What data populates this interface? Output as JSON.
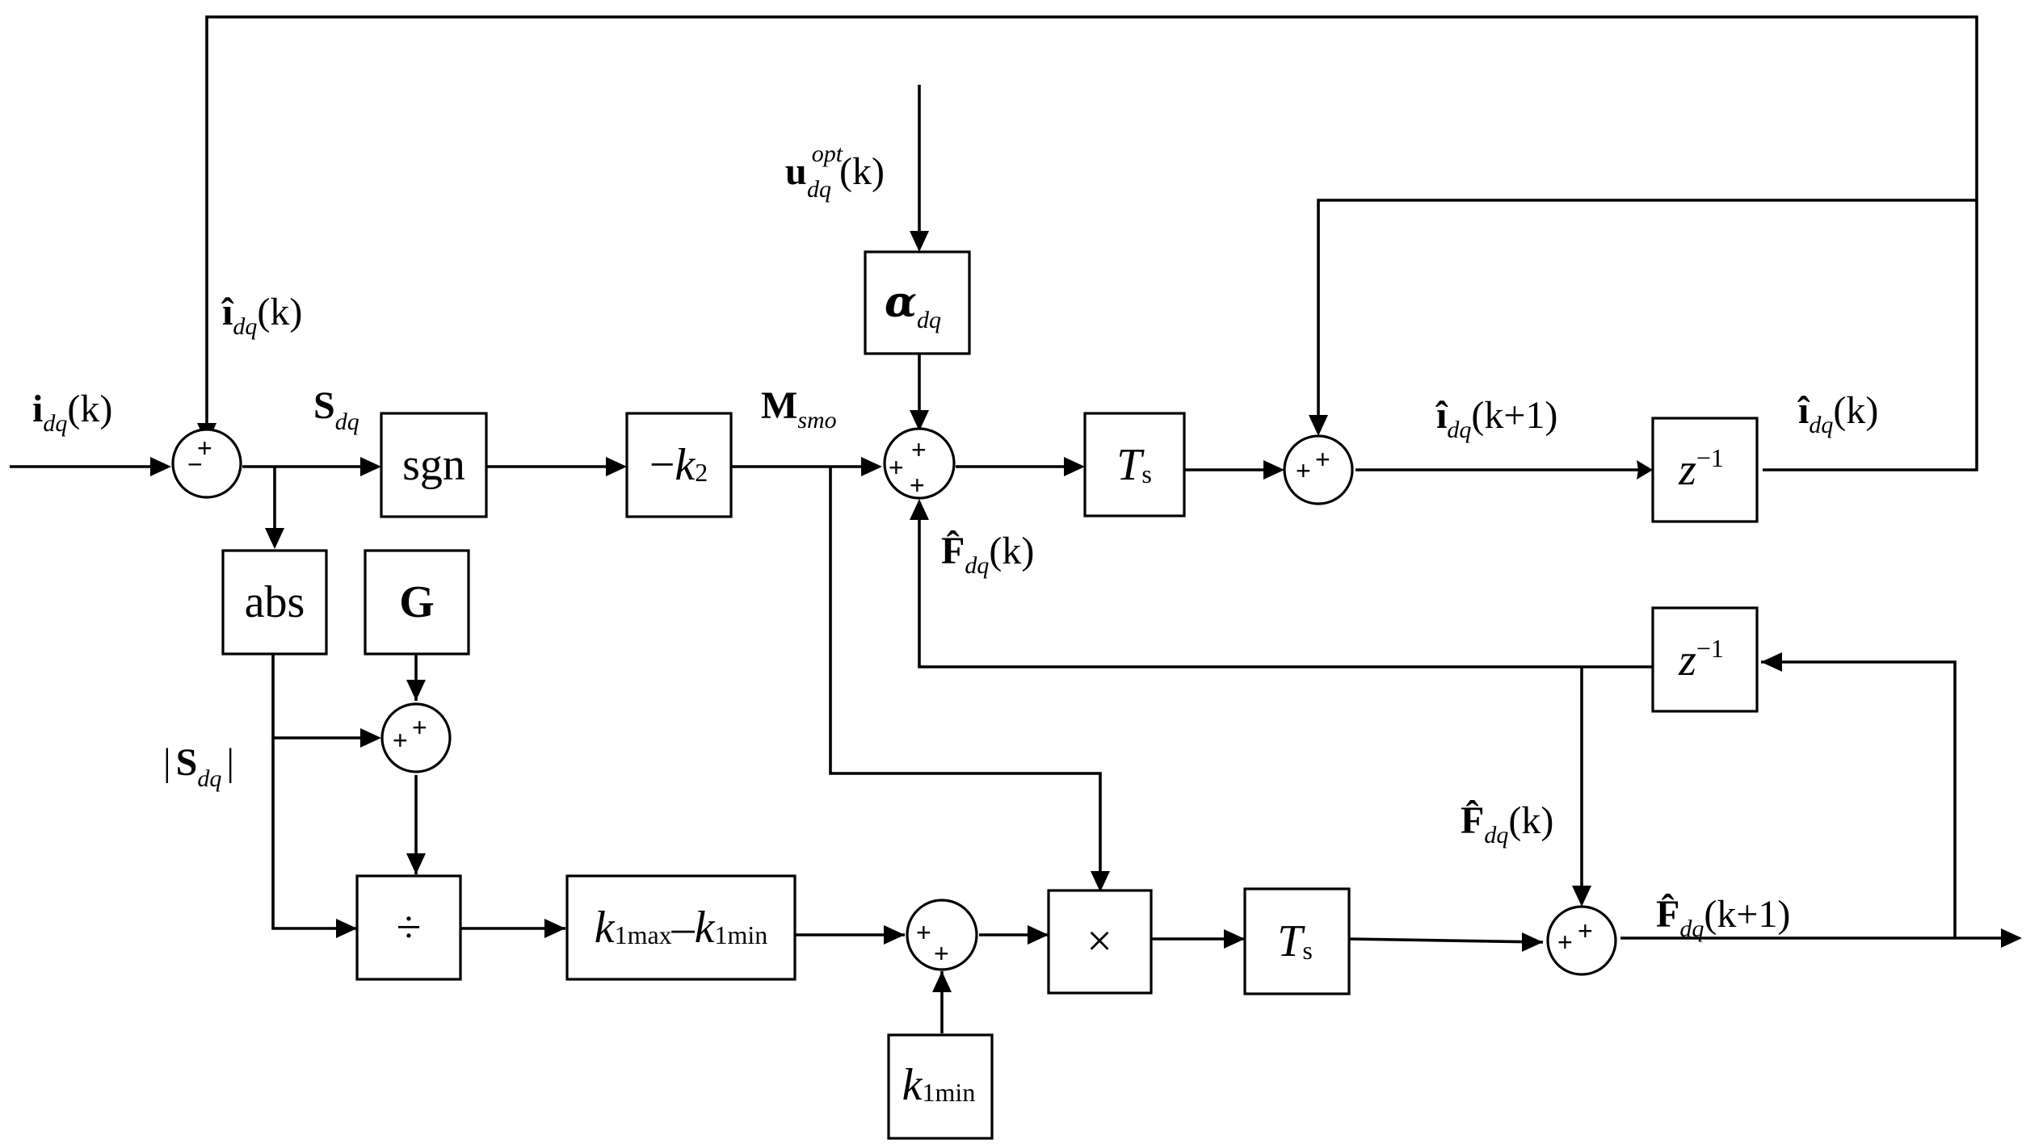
{
  "blocks": {
    "sgn": "sgn",
    "neg_k2": {
      "sign": "−",
      "k": "k",
      "sub": "2"
    },
    "alpha": {
      "sym": "α",
      "sub": "dq"
    },
    "ts1": {
      "t": "T",
      "sub": "s"
    },
    "z_inv_top": {
      "z": "z",
      "sup": "−1"
    },
    "abs": "abs",
    "g": "G",
    "divide": "÷",
    "k1range": {
      "k": "k",
      "max_sub": "1max",
      "dash": "–",
      "min_sub": "1min"
    },
    "multiply": "×",
    "ts2": {
      "t": "T",
      "sub": "s"
    },
    "z_inv_bottom": {
      "z": "z",
      "sup": "−1"
    },
    "k1min": {
      "k": "k",
      "sub": "1min"
    }
  },
  "signals": {
    "input_current": {
      "sym": "i",
      "sub": "dq",
      "arg": "(k)"
    },
    "feedback_current": {
      "sym": "î",
      "sub": "dq",
      "arg": "(k)"
    },
    "sliding_surface": {
      "sym": "S",
      "sub": "dq"
    },
    "abs_sliding_surface": {
      "open": "|",
      "sym": "S",
      "sub": "dq",
      "close": "|"
    },
    "smo_output": {
      "sym": "M",
      "sub": "smo"
    },
    "optimal_voltage": {
      "sym": "u",
      "sup": "opt",
      "sub": "dq",
      "arg": "(k)"
    },
    "disturbance_estimate": {
      "sym": "F̂",
      "sub": "dq",
      "arg": "(k)"
    },
    "next_current": {
      "sym": "î",
      "sub": "dq",
      "arg": "(k+1)"
    },
    "delayed_current": {
      "sym": "î",
      "sub": "dq",
      "arg": "(k)"
    },
    "disturbance_delayed": {
      "sym": "F̂",
      "sub": "dq",
      "arg": "(k)"
    },
    "next_disturbance": {
      "sym": "F̂",
      "sub": "dq",
      "arg": "(k+1)"
    }
  },
  "signs": {
    "sum1": [
      "−",
      "+"
    ],
    "sum2": [
      "+",
      "+",
      "+"
    ],
    "sum3": [
      "+",
      "+"
    ],
    "sum4": [
      "+",
      "+"
    ],
    "sum5": [
      "+",
      "+"
    ],
    "sum6": [
      "+",
      "+"
    ]
  }
}
